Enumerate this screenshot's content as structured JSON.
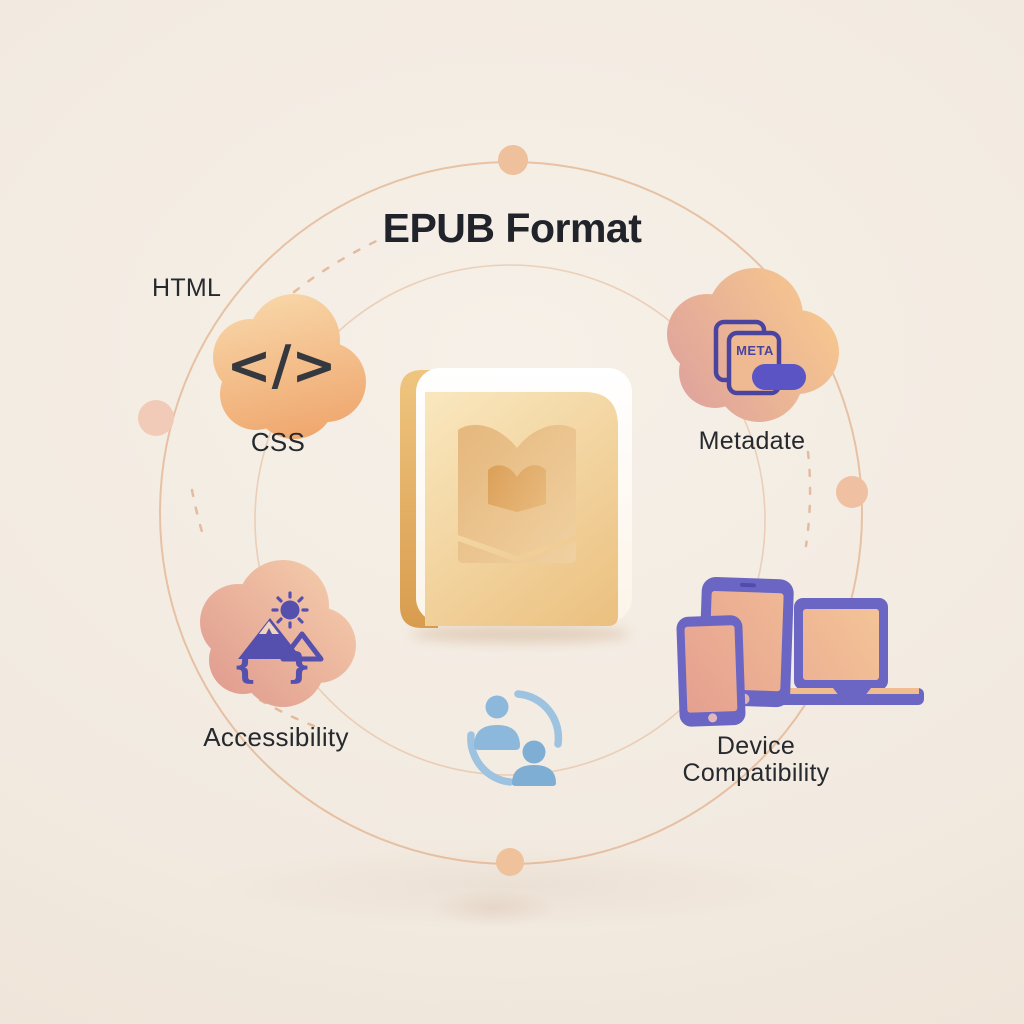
{
  "title": "EPUB Format",
  "diagram_type": "circular feature infographic",
  "center_node": {
    "name": "EPUB book cover",
    "icon": "book-icon"
  },
  "nodes": {
    "html": {
      "label": "HTML"
    },
    "css": {
      "label": "CSS"
    },
    "code": {
      "glyph": "</>",
      "icon": "code-cloud-icon"
    },
    "metadata": {
      "label": "Metadate",
      "badge": "META",
      "icon": "meta-documents-icon"
    },
    "accessibility": {
      "label": "Accessibility",
      "braces": "{ }",
      "icon": "image-sun-mountain-icon"
    },
    "devices": {
      "label_line1": "Device",
      "label_line2": "Compatibility",
      "icon": "phone-tablet-laptop-icon"
    },
    "sharing": {
      "icon": "people-sync-icon"
    }
  },
  "colors": {
    "background": "#F2EAE0",
    "orbit": "#DFA67C",
    "dot": "#EFC2A2",
    "title_text": "#20232A",
    "label_text": "#26292E",
    "cloud_orange_light": "#F7D3A5",
    "cloud_orange_deep": "#EFA76E",
    "cloud_peach_light": "#F6C68F",
    "cloud_peach_deep": "#DFA39C",
    "cloud_salmon_light": "#F3C7A8",
    "cloud_salmon_deep": "#E19E90",
    "icon_purple": "#4A449E",
    "device_purple": "#6B66C3",
    "people_blue": "#8CB8DB",
    "book_cover": "#F4D9A6",
    "book_spine": "#DFAC5F",
    "code_glyph_color": "#35383E"
  }
}
